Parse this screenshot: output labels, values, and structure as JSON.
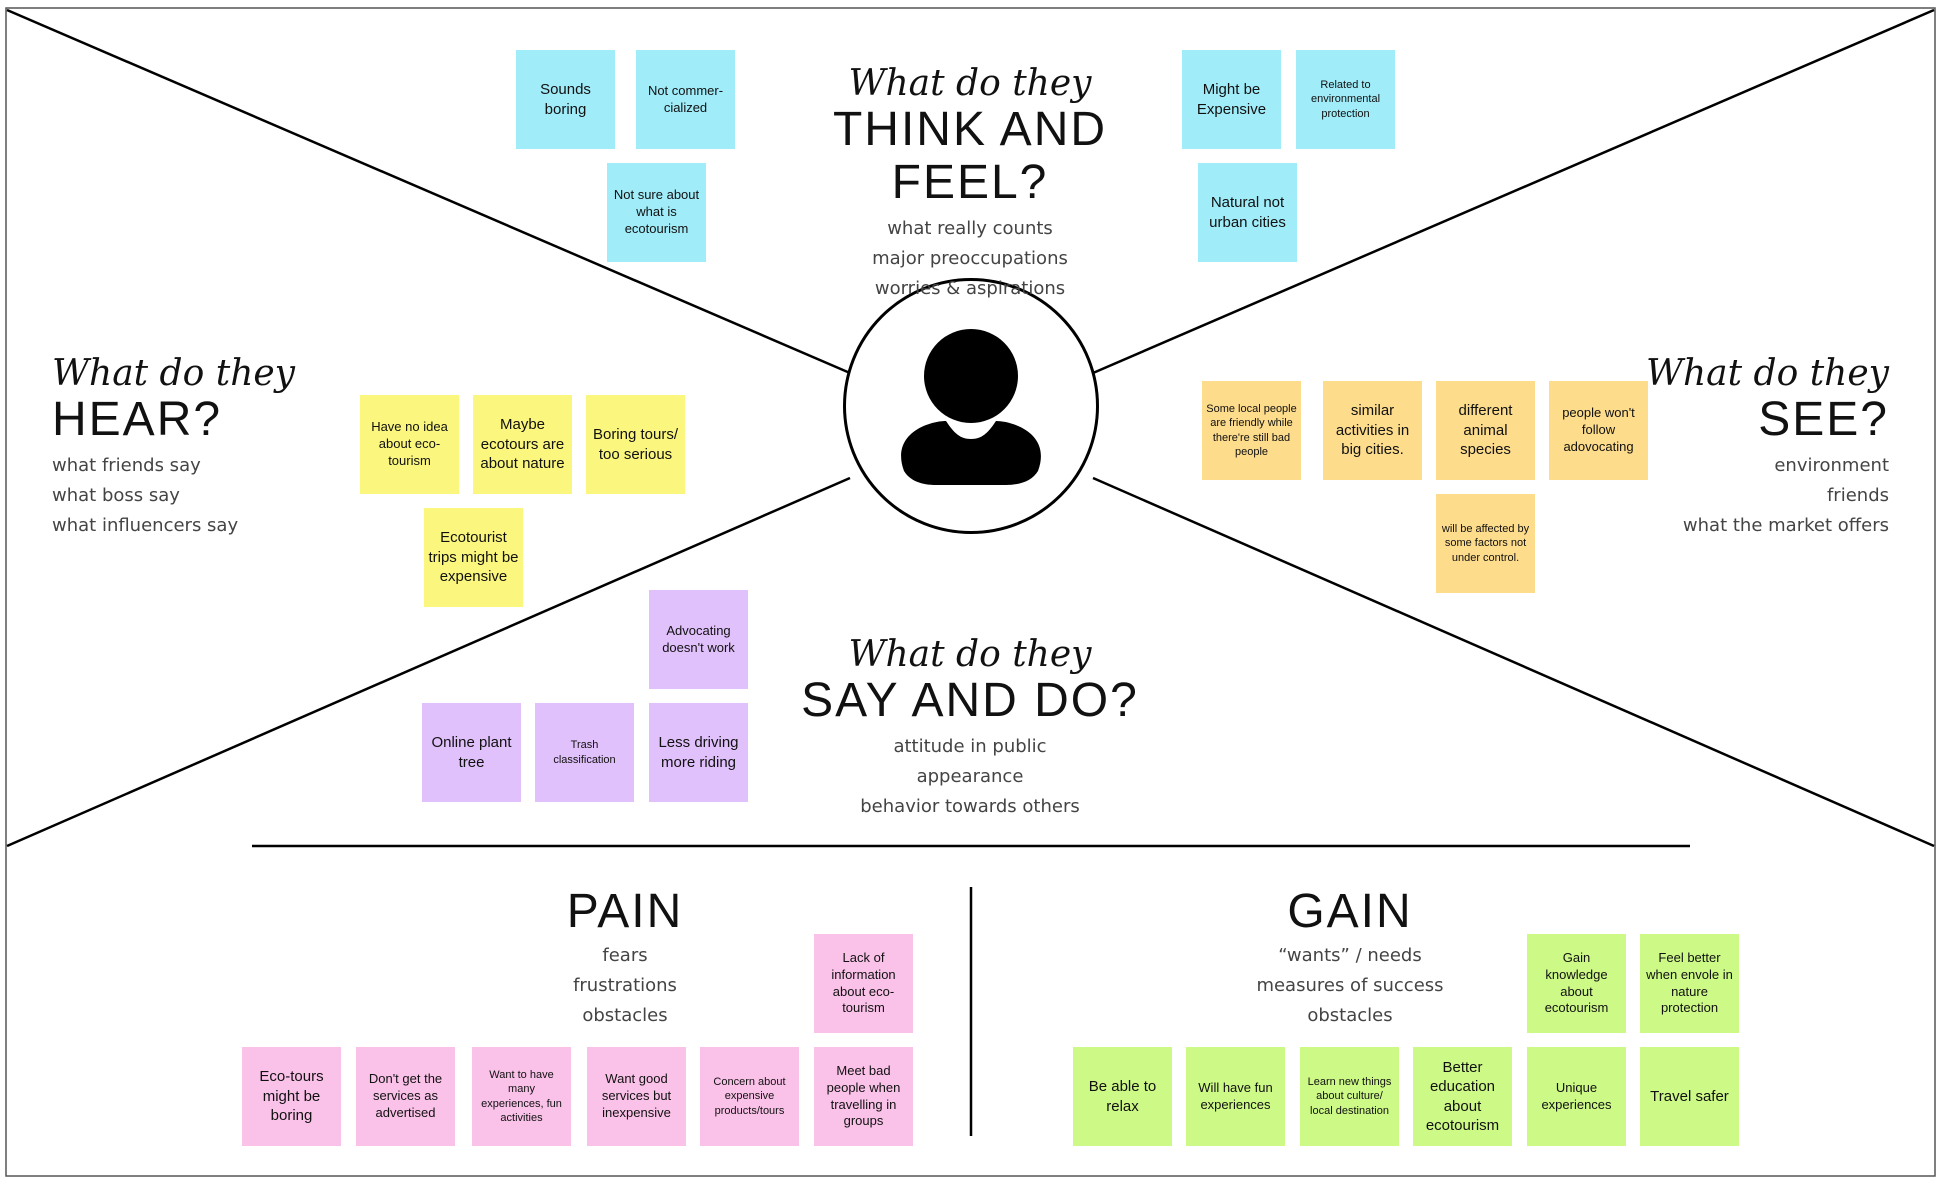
{
  "quadrants": {
    "think_feel": {
      "intro": "What do they",
      "title": "THINK AND FEEL?",
      "subs": [
        "what really counts",
        "major preoccupations",
        "worries & aspirations"
      ]
    },
    "hear": {
      "intro": "What do they",
      "title": "HEAR?",
      "subs": [
        "what friends say",
        "what boss say",
        "what influencers say"
      ]
    },
    "see": {
      "intro": "What do they",
      "title": "SEE?",
      "subs": [
        "environment",
        "friends",
        "what the market offers"
      ]
    },
    "say_do": {
      "intro": "What do they",
      "title": "SAY AND DO?",
      "subs": [
        "attitude in public",
        "appearance",
        "behavior towards others"
      ]
    }
  },
  "pain": {
    "title": "PAIN",
    "subs": [
      "fears",
      "frustrations",
      "obstacles"
    ]
  },
  "gain": {
    "title": "GAIN",
    "subs": [
      "“wants” / needs",
      "measures of success",
      "obstacles"
    ]
  },
  "avatar_icon": "person-icon",
  "colors": {
    "think": "#a0ecf9",
    "hear": "#fbf77e",
    "see": "#fddc8c",
    "say": "#e1c1fb",
    "pain": "#fbc2e9",
    "gain": "#cdf987"
  },
  "notes": {
    "think": [
      "Sounds boring",
      "Not commer-cialized",
      "Not sure about what is ecotourism",
      "Might be Expensive",
      "Related to environmental protection",
      "Natural not urban cities"
    ],
    "hear": [
      "Have no idea about eco-tourism",
      "Maybe ecotours are about nature",
      "Boring tours/ too serious",
      "Ecotourist trips might be expensive"
    ],
    "see": [
      "Some local people are friendly while there're still bad people",
      "similar activities in big cities.",
      "different animal species",
      "people won't follow adovocating",
      "will be affected by some factors not under control."
    ],
    "say": [
      "Advocating doesn't work",
      "Online plant tree",
      "Trash classification",
      "Less driving more riding"
    ],
    "pain": [
      "Lack of information about eco-tourism",
      "Eco-tours might be boring",
      "Don't get the services as advertised",
      "Want to have many experiences, fun activities",
      "Want good services but inexpensive",
      "Concern about expensive products/tours",
      "Meet bad people when travelling in groups"
    ],
    "gain": [
      "Gain knowledge about ecotourism",
      "Feel better when envole in nature protection",
      "Be able to relax",
      "Will have fun experiences",
      "Learn new things about culture/ local destination",
      "Better education about ecotourism",
      "Unique experiences",
      "Travel safer"
    ]
  }
}
